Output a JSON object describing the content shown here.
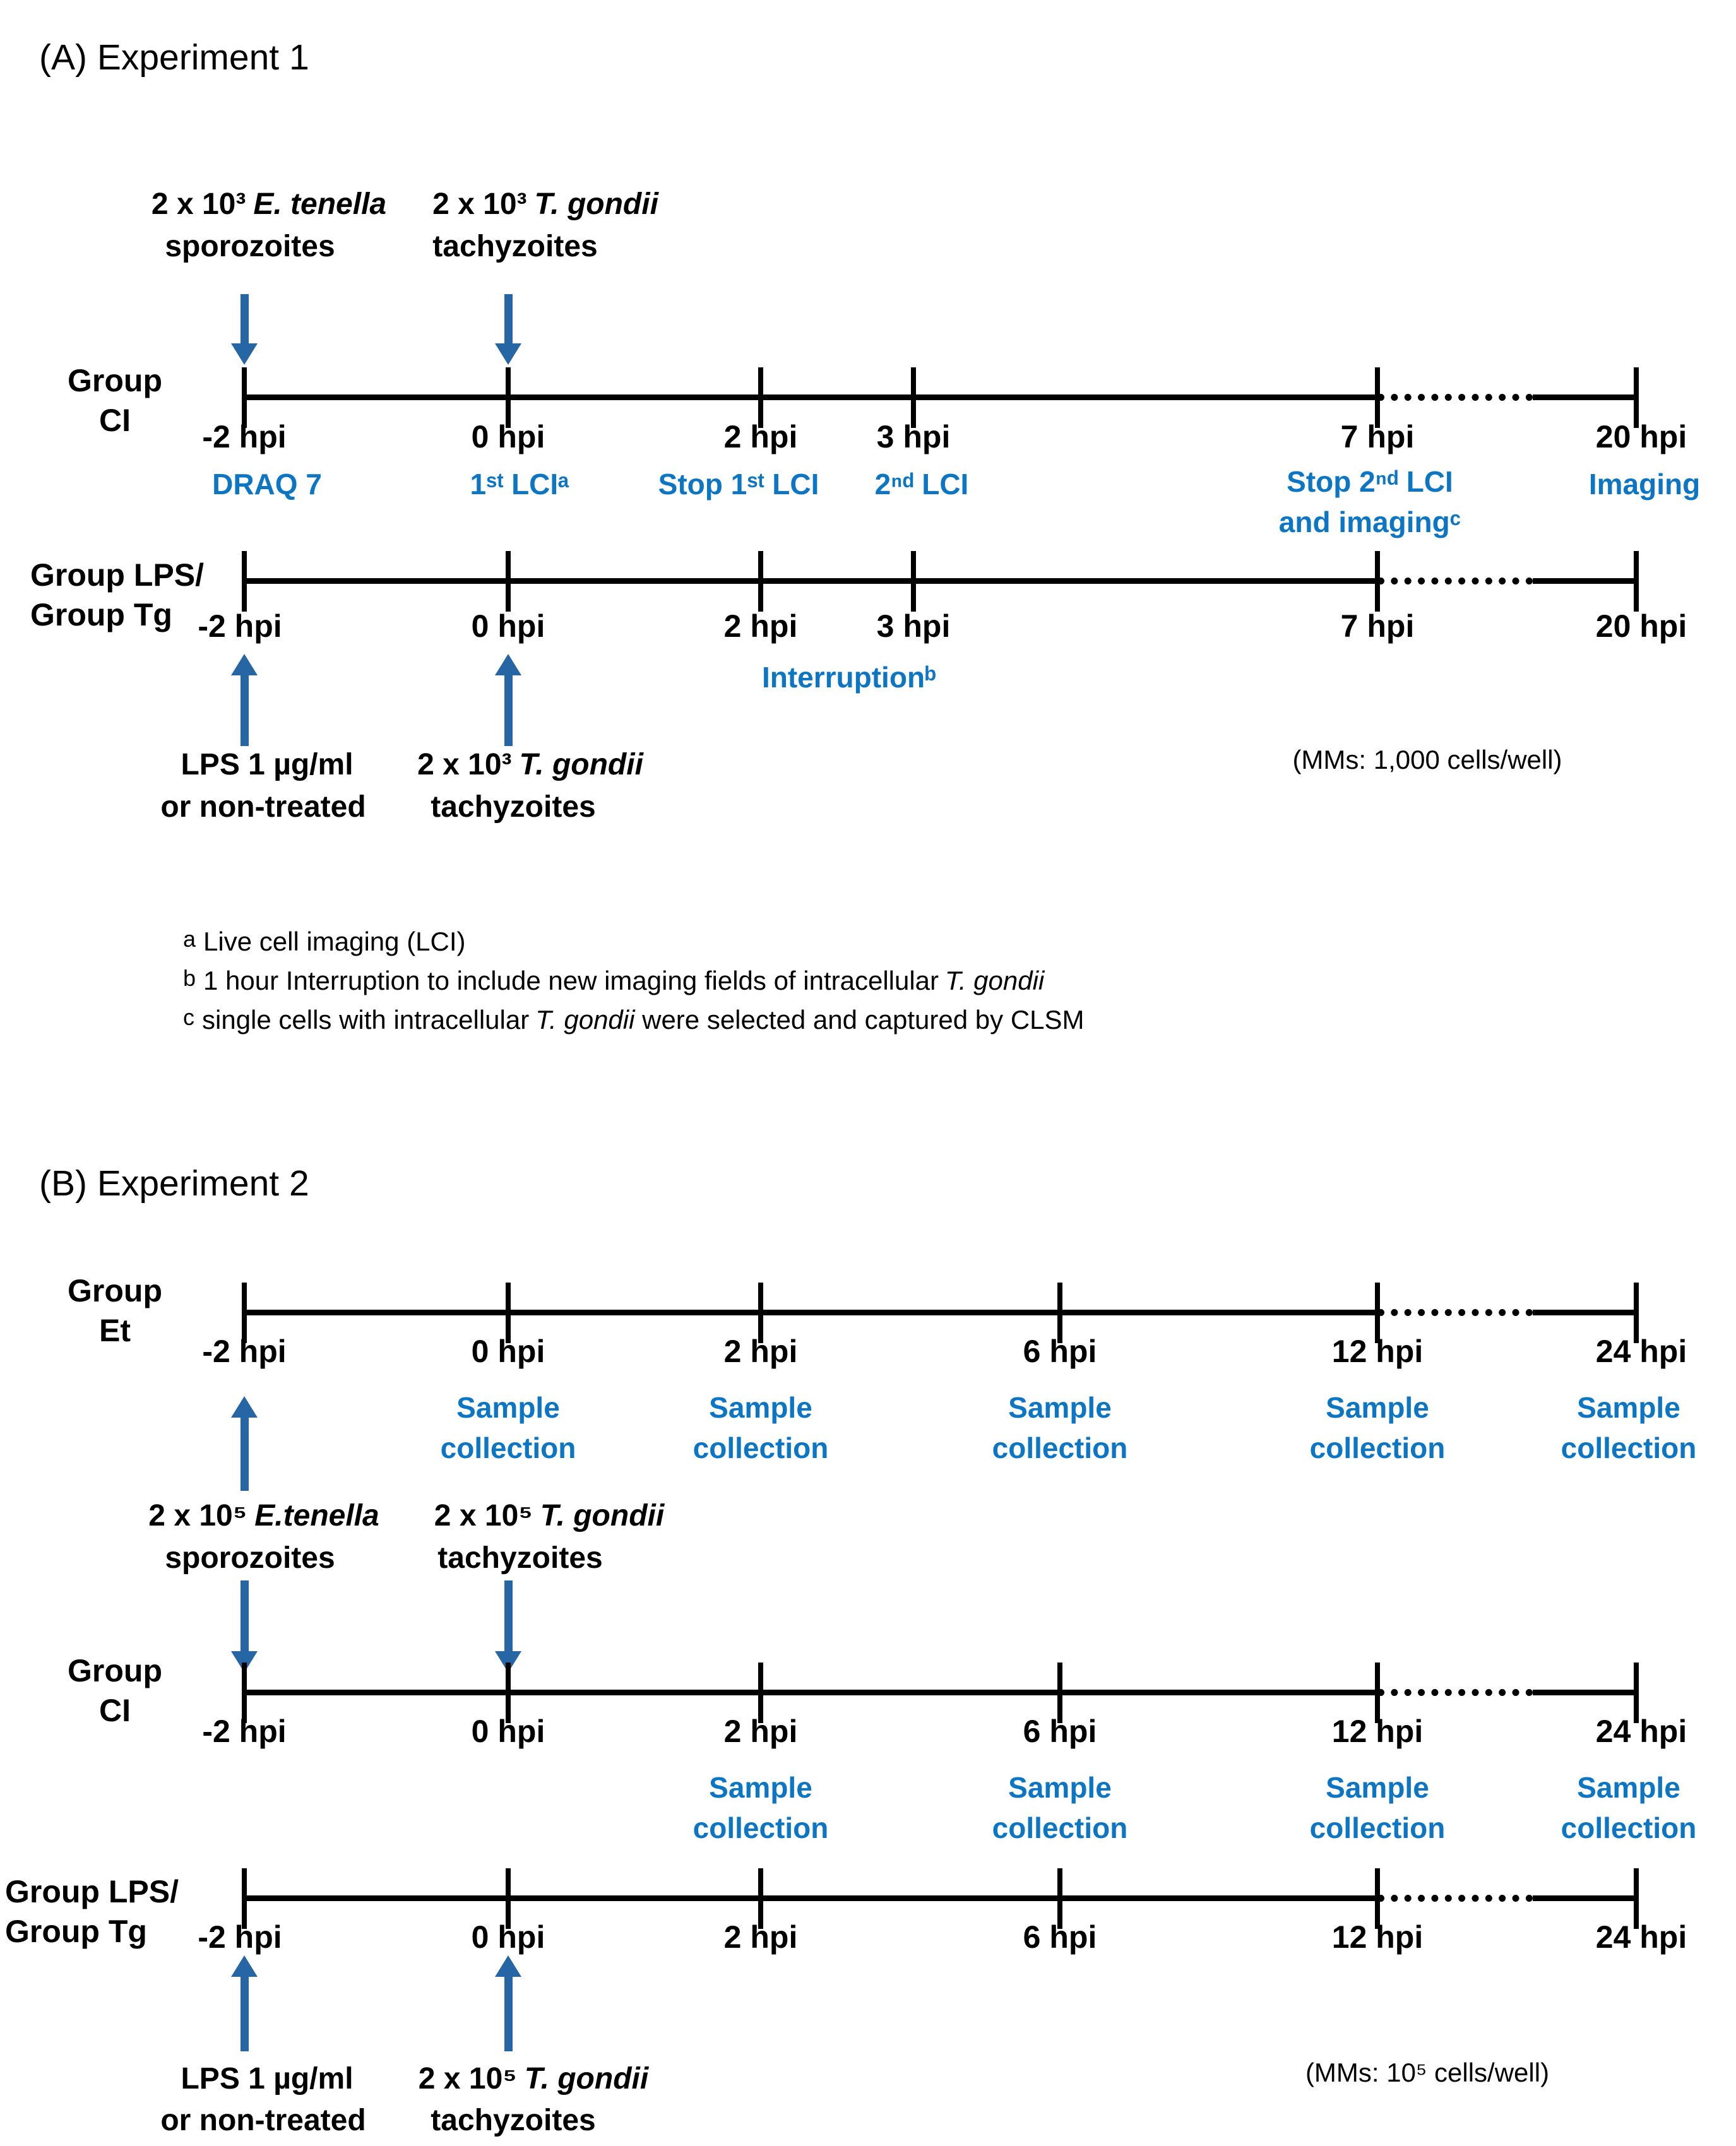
{
  "colors": {
    "event_text": "#0d76c4",
    "arrow": "#2766a5",
    "line": "#000000"
  },
  "panel_a": {
    "title": "(A) Experiment 1",
    "inoculations": [
      {
        "qty": "2 x 10³",
        "species": "E. tenella",
        "form": "sporozoites"
      },
      {
        "qty": "2 x 10³",
        "species": "T. gondii",
        "form": "tachyzoites"
      }
    ],
    "timeline_ci": {
      "group": {
        "line1": "Group",
        "line2": "CI"
      },
      "ticks": [
        "-2 hpi",
        "0 hpi",
        "2 hpi",
        "3 hpi",
        "7 hpi",
        "20 hpi"
      ],
      "events": {
        "draq7": "DRAQ 7",
        "first_lci": "1ˢᵗ LCIᵃ",
        "stop_first_lci": "Stop 1ˢᵗ LCI",
        "second_lci": "2ⁿᵈ LCI",
        "stop_second_lci": {
          "line1": "Stop 2ⁿᵈ LCI",
          "line2": "and imagingᶜ"
        },
        "imaging": "Imaging"
      }
    },
    "timeline_lps_tg": {
      "group": {
        "line1": "Group LPS/",
        "line2": "Group Tg"
      },
      "ticks": [
        "-2 hpi",
        "0 hpi",
        "2 hpi",
        "3 hpi",
        "7 hpi",
        "20 hpi"
      ],
      "events": {
        "interruption": "Interruptionᵇ"
      },
      "treatment_lps": {
        "line1": "LPS 1 µg/ml",
        "line2": "or non-treated"
      },
      "treatment_tg": {
        "qty": "2 x 10³",
        "species": "T. gondii",
        "form": "tachyzoites"
      },
      "note": "(MMs: 1,000 cells/well)"
    },
    "footnotes": [
      {
        "marker": "a",
        "pre": "Live cell imaging (LCI)",
        "italic": "",
        "post": ""
      },
      {
        "marker": "b",
        "pre": "1 hour Interruption to include new imaging fields of intracellular",
        "italic": "T. gondii",
        "post": ""
      },
      {
        "marker": "c",
        "pre": "single cells with intracellular",
        "italic": "T. gondii",
        "post": " were selected and captured by CLSM"
      }
    ]
  },
  "panel_b": {
    "title": "(B) Experiment 2",
    "sample_collection": {
      "line1": "Sample",
      "line2": "collection"
    },
    "timeline_et": {
      "group": {
        "line1": "Group",
        "line2": "Et"
      },
      "ticks": [
        "-2 hpi",
        "0 hpi",
        "2 hpi",
        "6 hpi",
        "12 hpi",
        "24 hpi"
      ]
    },
    "inoculations": [
      {
        "qty": "2 x 10⁵",
        "species": "E.tenella",
        "form": "sporozoites"
      },
      {
        "qty": "2 x 10⁵",
        "species": "T. gondii",
        "form": "tachyzoites"
      }
    ],
    "timeline_ci": {
      "group": {
        "line1": "Group",
        "line2": "CI"
      },
      "ticks": [
        "-2 hpi",
        "0 hpi",
        "2 hpi",
        "6 hpi",
        "12 hpi",
        "24 hpi"
      ]
    },
    "timeline_lps_tg": {
      "group": {
        "line1": "Group LPS/",
        "line2": "Group Tg"
      },
      "ticks": [
        "-2 hpi",
        "0 hpi",
        "2 hpi",
        "6 hpi",
        "12 hpi",
        "24 hpi"
      ],
      "treatment_lps": {
        "line1": "LPS 1 µg/ml",
        "line2": "or non-treated"
      },
      "treatment_tg": {
        "qty": "2 x 10⁵",
        "species": "T. gondii",
        "form": "tachyzoites"
      },
      "note": "(MMs: 10⁵ cells/well)"
    }
  }
}
